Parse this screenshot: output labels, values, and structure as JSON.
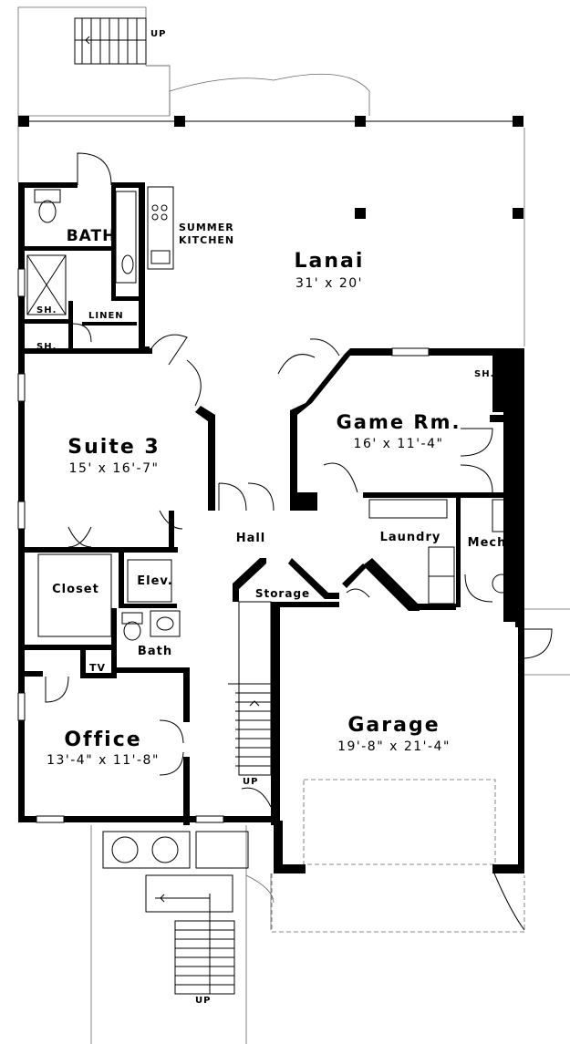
{
  "rooms": {
    "lanai": {
      "name": "Lanai",
      "dims": "31' x 20'"
    },
    "suite3": {
      "name": "Suite 3",
      "dims": "15' x 16'-7\""
    },
    "game_room": {
      "name": "Game Rm.",
      "dims": "16' x 11'-4\""
    },
    "office": {
      "name": "Office",
      "dims": "13'-4\" x 11'-8\""
    },
    "garage": {
      "name": "Garage",
      "dims": "19'-8\" x 21'-4\""
    }
  },
  "labels": {
    "bath_top": "BATH",
    "summer_kitchen_line1": "SUMMER",
    "summer_kitchen_line2": "KITCHEN",
    "shower_1": "SH.",
    "shower_2": "SH.",
    "shower_game": "SH.",
    "linen": "LINEN",
    "hall": "Hall",
    "laundry": "Laundry",
    "mech": "Mech.",
    "closet": "Closet",
    "elevator": "Elev.",
    "storage": "Storage",
    "bath_small": "Bath",
    "tv": "TV",
    "stair_up_top": "UP",
    "stair_up_mid": "UP",
    "stair_up_bottom": "UP"
  }
}
